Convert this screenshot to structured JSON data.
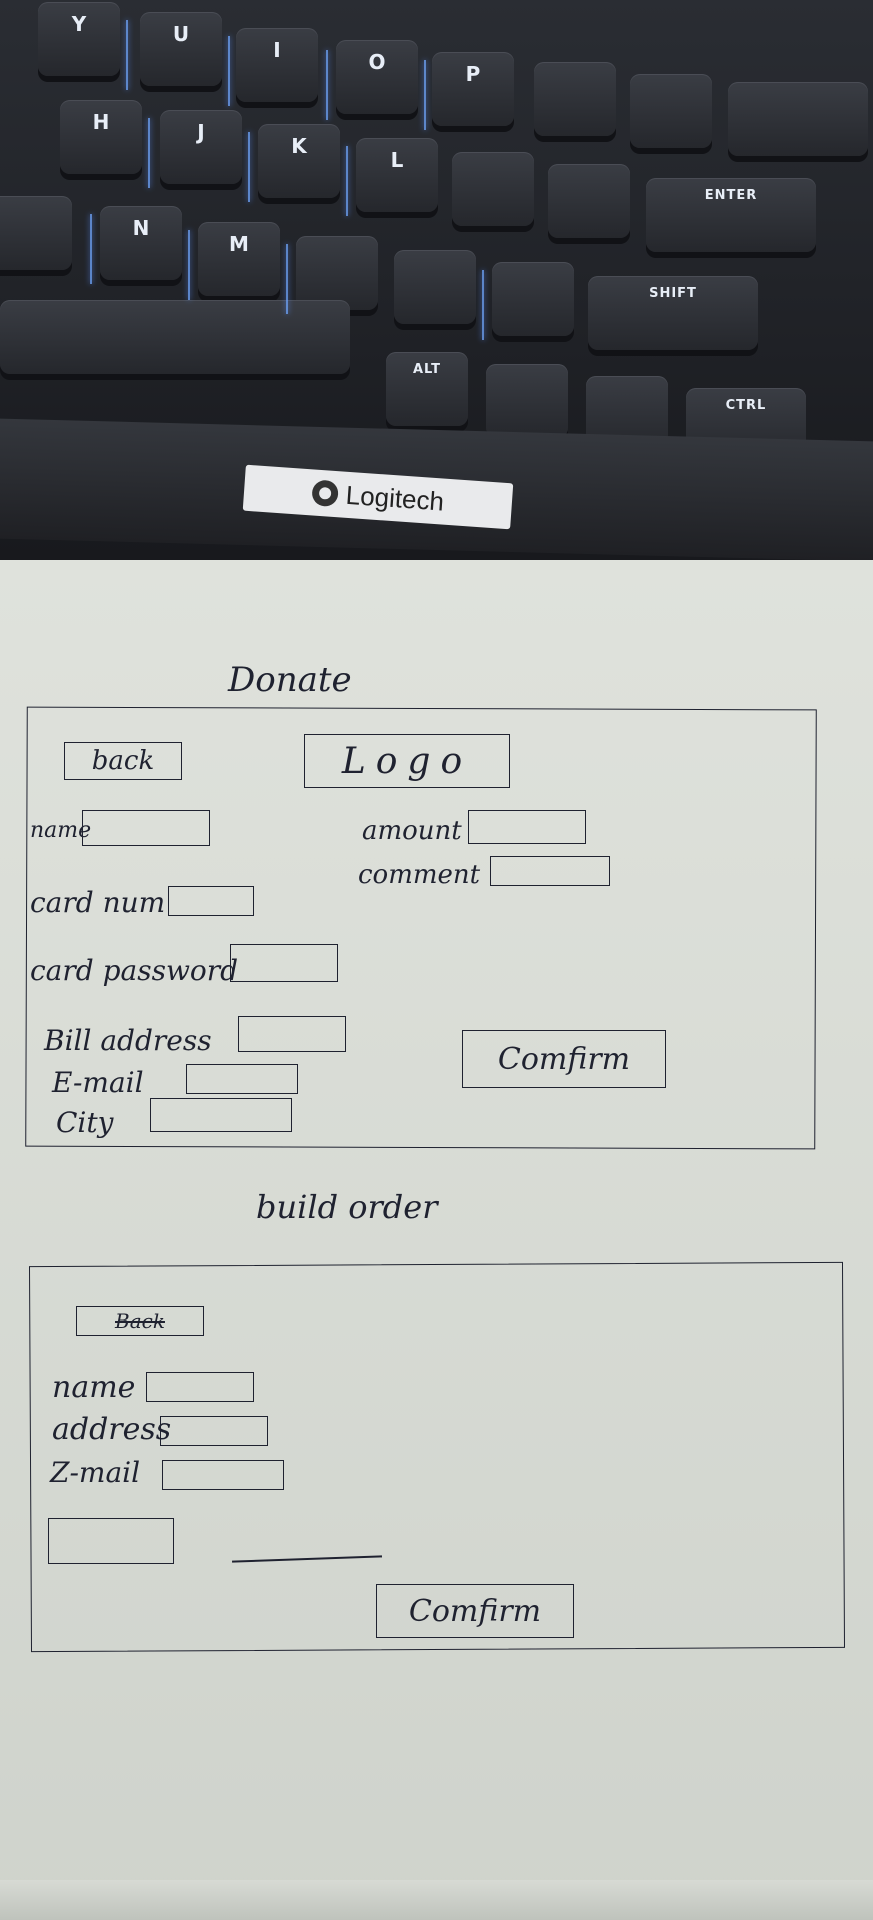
{
  "keyboard": {
    "keys": [
      "Y",
      "U",
      "I",
      "O",
      "P",
      "H",
      "J",
      "K",
      "L",
      "N",
      "M",
      "ENTER",
      "SHIFT",
      "ALT",
      "CTRL"
    ],
    "brand": "Logitech"
  },
  "donate": {
    "title": "Donate",
    "back_button": "back",
    "logo": "Logo",
    "name_label": "name",
    "amount_label": "amount",
    "comment_label": "comment",
    "card_num_label": "card num",
    "card_password_label": "card password",
    "bill_address_label": "Bill address",
    "email_label": "E-mail",
    "city_label": "City",
    "confirm_button": "Comfirm"
  },
  "build_order": {
    "title": "build order",
    "back_button": "Back",
    "name_label": "name",
    "address_label": "address",
    "email_label": "Z-mail",
    "confirm_button": "Comfirm"
  }
}
